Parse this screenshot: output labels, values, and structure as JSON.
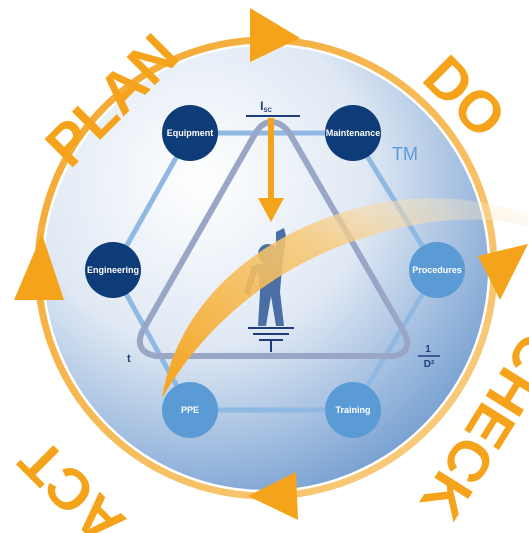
{
  "cycle_words": {
    "plan": "PLAN",
    "do": "DO",
    "check": "CHECK",
    "act": "ACT"
  },
  "nodes": {
    "equipment": "Equipment",
    "maintenance": "Maintenance",
    "engineering": "Engineering",
    "procedures": "Procedures",
    "ppe": "PPE",
    "training": "Training"
  },
  "labels": {
    "current": "I",
    "current_sub": "SC",
    "time": "t",
    "inverse_num": "1",
    "inverse_den": "D²",
    "trademark": "TM"
  },
  "colors": {
    "orange": "#f5a31a",
    "dark_blue": "#0d3c78",
    "mid_blue": "#5b9bd5",
    "figure_blue": "#4a6fa5"
  }
}
